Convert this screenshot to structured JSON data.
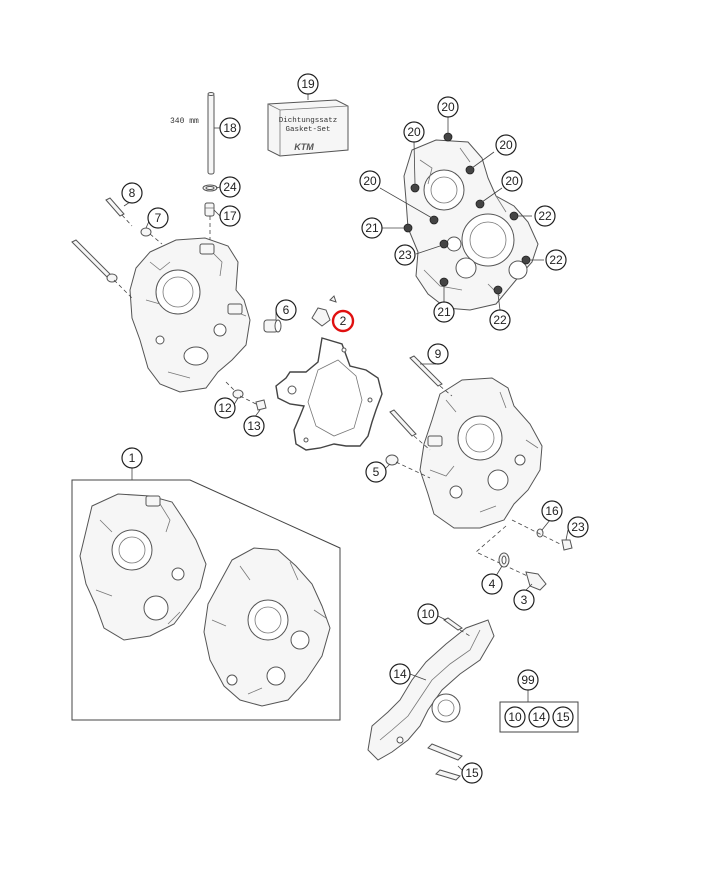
{
  "kit_box": {
    "line1": "Dichtungssatz",
    "line2": "Gasket-Set",
    "logo": "KTM"
  },
  "length_label": "340 mm",
  "highlight_color": "#e01010",
  "callouts": [
    {
      "id": "c19",
      "label": "19"
    },
    {
      "id": "c18",
      "label": "18"
    },
    {
      "id": "c24",
      "label": "24"
    },
    {
      "id": "c17",
      "label": "17"
    },
    {
      "id": "c8",
      "label": "8"
    },
    {
      "id": "c7",
      "label": "7"
    },
    {
      "id": "c6",
      "label": "6"
    },
    {
      "id": "c2",
      "label": "2"
    },
    {
      "id": "c12",
      "label": "12"
    },
    {
      "id": "c13",
      "label": "13"
    },
    {
      "id": "c20a",
      "label": "20"
    },
    {
      "id": "c20b",
      "label": "20"
    },
    {
      "id": "c20c",
      "label": "20"
    },
    {
      "id": "c20d",
      "label": "20"
    },
    {
      "id": "c20e",
      "label": "20"
    },
    {
      "id": "c21a",
      "label": "21"
    },
    {
      "id": "c22a",
      "label": "22"
    },
    {
      "id": "c23a",
      "label": "23"
    },
    {
      "id": "c22b",
      "label": "22"
    },
    {
      "id": "c21b",
      "label": "21"
    },
    {
      "id": "c22c",
      "label": "22"
    },
    {
      "id": "c9",
      "label": "9"
    },
    {
      "id": "c5",
      "label": "5"
    },
    {
      "id": "c1",
      "label": "1"
    },
    {
      "id": "c16",
      "label": "16"
    },
    {
      "id": "c23b",
      "label": "23"
    },
    {
      "id": "c4",
      "label": "4"
    },
    {
      "id": "c3",
      "label": "3"
    },
    {
      "id": "c10",
      "label": "10"
    },
    {
      "id": "c14",
      "label": "14"
    },
    {
      "id": "c99",
      "label": "99"
    },
    {
      "id": "c10k",
      "label": "10"
    },
    {
      "id": "c14k",
      "label": "14"
    },
    {
      "id": "c15k",
      "label": "15"
    },
    {
      "id": "c15",
      "label": "15"
    }
  ]
}
